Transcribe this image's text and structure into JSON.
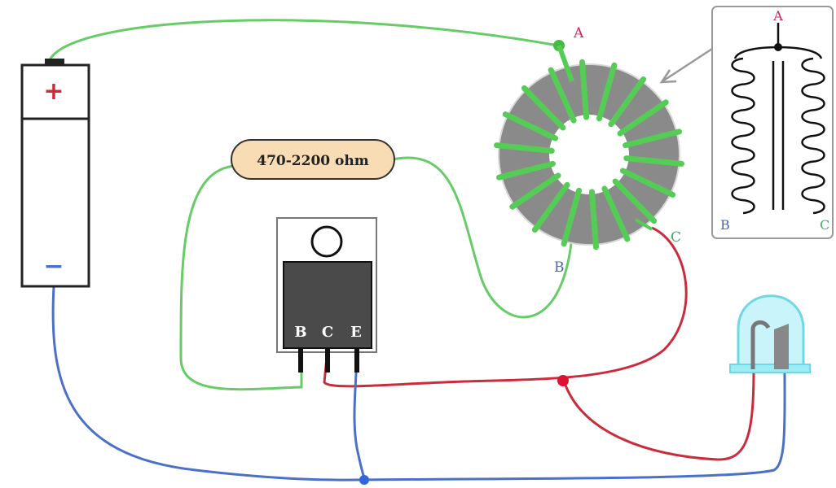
{
  "battery": {
    "plus_label": "+",
    "minus_label": "−"
  },
  "resistor": {
    "label": "470-2200 ohm"
  },
  "transistor": {
    "pin_labels": [
      "B",
      "C",
      "E"
    ]
  },
  "toroid": {
    "terminal_a": "A",
    "terminal_b": "B",
    "terminal_c": "C"
  },
  "inset": {
    "label_a": "A",
    "label_b": "B",
    "label_c": "C"
  },
  "colors": {
    "wire_green": "#66cc66",
    "wire_red": "#cc2b3b",
    "wire_blue": "#4a70c8",
    "core_gray": "#8a8a8a",
    "label_red": "#cc2255",
    "label_blue": "#4466bb",
    "label_green": "#44aa66",
    "resistor_fill": "#f7dcb4",
    "led_cyan": "#79e4ef"
  }
}
